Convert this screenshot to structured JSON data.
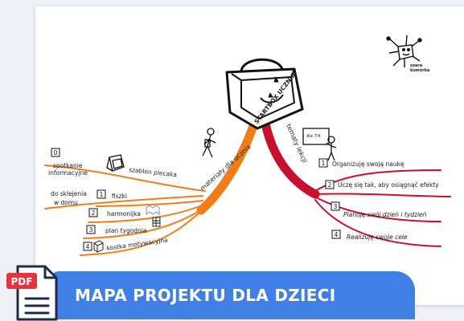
{
  "colors": {
    "accent": "#3f7fe6",
    "left_branch": "#f07d1a",
    "right_branch": "#c8102e",
    "pdf_badge": "#e8323c"
  },
  "center": {
    "label": "STARTBOX UCZNIA"
  },
  "logo": {
    "line1": "szara",
    "line2": "komórka"
  },
  "left_branch": {
    "label": "materiały dla ucznia",
    "items": [
      {
        "number": "0",
        "text_lines": [
          "spotkanie",
          "informacyjne"
        ]
      },
      {
        "number": "",
        "text_lines": [
          "szablon plecaka"
        ]
      },
      {
        "number": "",
        "text_lines": [
          "do sklejenia",
          "w domu"
        ]
      },
      {
        "number": "1",
        "text_lines": [
          "fiszki"
        ]
      },
      {
        "number": "2",
        "text_lines": [
          "harmonijka"
        ]
      },
      {
        "number": "3",
        "text_lines": [
          "plan tygodnia"
        ]
      },
      {
        "number": "4",
        "text_lines": [
          "kostka motywacyjna"
        ]
      }
    ]
  },
  "right_branch": {
    "label": "tematy lekcji",
    "items": [
      {
        "number": "1",
        "text": "Organizuję swoją naukę"
      },
      {
        "number": "2",
        "text": "Uczę się tak, aby osiągnąć efekty"
      },
      {
        "number": "3",
        "text": "Planuję swój dzień i tydzień"
      },
      {
        "number": "4",
        "text": "Realizuję swoje cele"
      }
    ]
  },
  "board_text": "Ala 7/4",
  "banner": {
    "title": "MAPA PROJEKTU DLA DZIECI"
  },
  "pdf_icon": {
    "badge": "PDF"
  }
}
